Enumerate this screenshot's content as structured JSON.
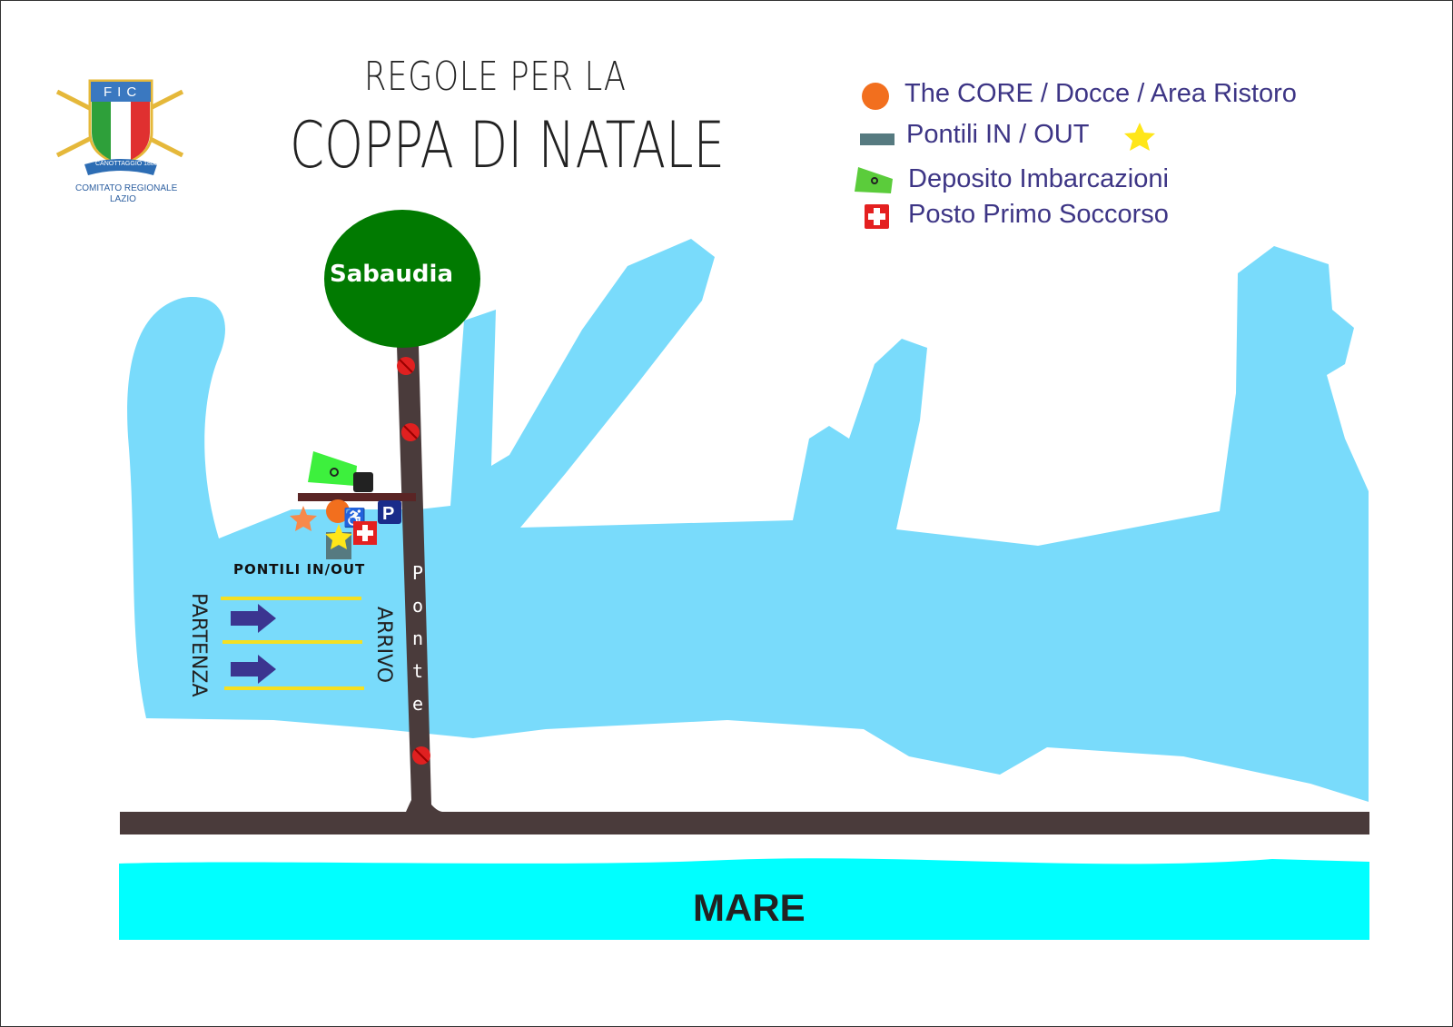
{
  "title": {
    "line1": "REGOLE PER LA",
    "line2": "COPPA DI NATALE"
  },
  "logo": {
    "acronym": "FIC",
    "ribbon": "CANOTTAGGIO 1888",
    "caption_line1": "COMITATO REGIONALE",
    "caption_line2": "LAZIO"
  },
  "legend": [
    {
      "icon": "orange-circle-icon",
      "label": "The CORE / Docce / Area Ristoro"
    },
    {
      "icon": "dock-bar-icon",
      "label": "Pontili IN / OUT"
    },
    {
      "icon": "boat-storage-icon",
      "label": "Deposito  Imbarcazioni"
    },
    {
      "icon": "first-aid-icon",
      "label": "Posto Primo Soccorso"
    }
  ],
  "map": {
    "town": "Sabaudia",
    "docks_label": "PONTILI IN/OUT",
    "start_label": "PARTENZA",
    "finish_label": "ARRIVO",
    "bridge_label": "Ponte",
    "sea_label": "MARE"
  },
  "colors": {
    "lake": "#79dbfb",
    "sea": "#00ffff",
    "road": "#4a3b3b",
    "town": "#017a01",
    "legend_text": "#3d3585",
    "core": "#f26f1e"
  }
}
